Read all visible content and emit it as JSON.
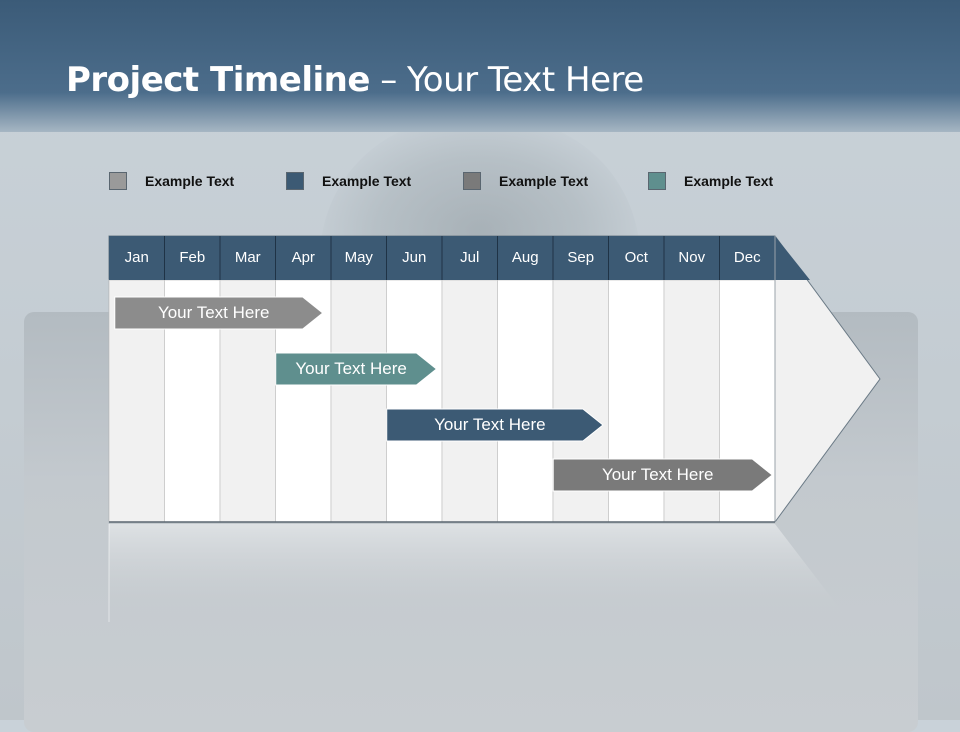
{
  "slide": {
    "title_bold": "Project Timeline",
    "title_rest": " – Your Text Here"
  },
  "legend": [
    {
      "label": "Example Text",
      "color": "#9a9a9a"
    },
    {
      "label": "Example Text",
      "color": "#3c5a74"
    },
    {
      "label": "Example Text",
      "color": "#7a7a7a"
    },
    {
      "label": "Example Text",
      "color": "#5f8f8e"
    }
  ],
  "timeline": {
    "months": [
      "Jan",
      "Feb",
      "Mar",
      "Apr",
      "May",
      "Jun",
      "Jul",
      "Aug",
      "Sep",
      "Oct",
      "Nov",
      "Dec"
    ],
    "header_color": "#3c5a74",
    "bars": [
      {
        "label": "Your  Text Here",
        "start_month": 0.05,
        "end_month": 3.85,
        "color": "#8c8c8c"
      },
      {
        "label": "Your  Text Here",
        "start_month": 2.95,
        "end_month": 5.9,
        "color": "#5f8f8e"
      },
      {
        "label": "Your  Text Here",
        "start_month": 4.95,
        "end_month": 8.9,
        "color": "#3c5a74"
      },
      {
        "label": "Your  Text Here",
        "start_month": 7.95,
        "end_month": 11.95,
        "color": "#7a7a7a"
      }
    ]
  }
}
